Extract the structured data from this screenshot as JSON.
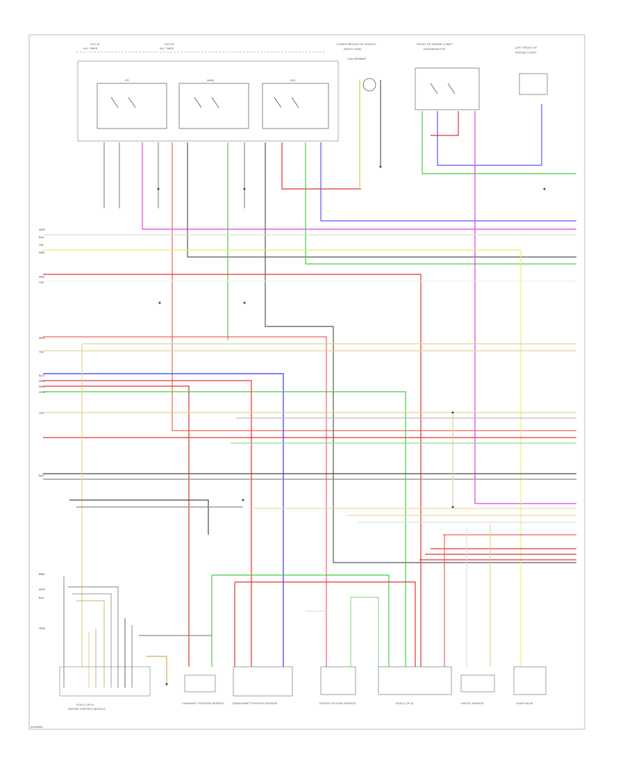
{
  "diagram": {
    "top_labels": {
      "hot_at_all_times_1": "HOT AT",
      "hot_at_all_times_1b": "ALL TIMES",
      "hot_at_all_times_2": "HOT AT",
      "hot_at_all_times_2b": "ALL TIMES",
      "lower_region": "LOWER REGION OF VEHICLE",
      "lower_region_b": "(RIGHT SIDE)",
      "lower_region_c": "CAN MEMBER",
      "front_of_engine": "FRONT OF ENGINE COMPT",
      "front_of_engine_b": "ENGINE/MOTOR",
      "left_front": "LEFT FRONT OF",
      "left_front_b": "ENGINE COMPT"
    },
    "relay_labels": [
      "EFI",
      "MAIN",
      "IGN"
    ],
    "bottom_components": [
      "ECM (1 OF 5)",
      "ENGINE CONTROL MODULE",
      "CAMSHAFT POSITION SENSOR",
      "CRANKSHAFT POSITION SENSOR",
      "HEATED OXYGEN SENSOR",
      "ECM (2 OF 5)",
      "KNOCK SENSOR",
      "EVAP VALVE"
    ],
    "footer_code": "WD49581"
  }
}
